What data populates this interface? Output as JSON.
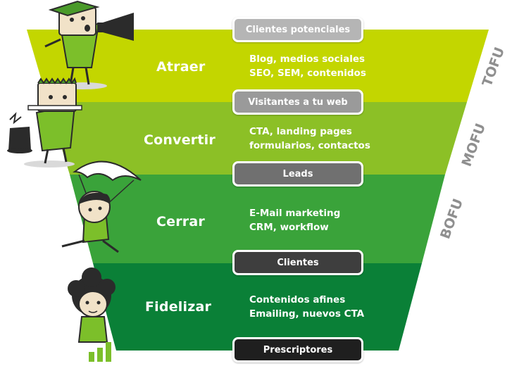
{
  "stages": [
    {
      "label": "Atraer",
      "lines": [
        "Blog, medios sociales",
        "SEO, SEM, contenidos"
      ],
      "color": "#c3d600"
    },
    {
      "label": "Convertir",
      "lines": [
        "CTA, landing pages",
        "formularios, contactos"
      ],
      "color": "#8cc026"
    },
    {
      "label": "Cerrar",
      "lines": [
        "E-Mail marketing",
        "CRM, workflow"
      ],
      "color": "#3aa33a"
    },
    {
      "label": "Fidelizar",
      "lines": [
        "Contenidos afines",
        "Emailing, nuevos CTA"
      ],
      "color": "#0a8037"
    }
  ],
  "pills": [
    {
      "label": "Clientes potenciales",
      "color": "#b5b5b5"
    },
    {
      "label": "Visitantes a tu web",
      "color": "#9a9a9a"
    },
    {
      "label": "Leads",
      "color": "#707070"
    },
    {
      "label": "Clientes",
      "color": "#3e3e3e"
    },
    {
      "label": "Prescriptores",
      "color": "#1f1f1f"
    }
  ],
  "side_labels": [
    "TOFU",
    "MOFU",
    "BOFU"
  ]
}
